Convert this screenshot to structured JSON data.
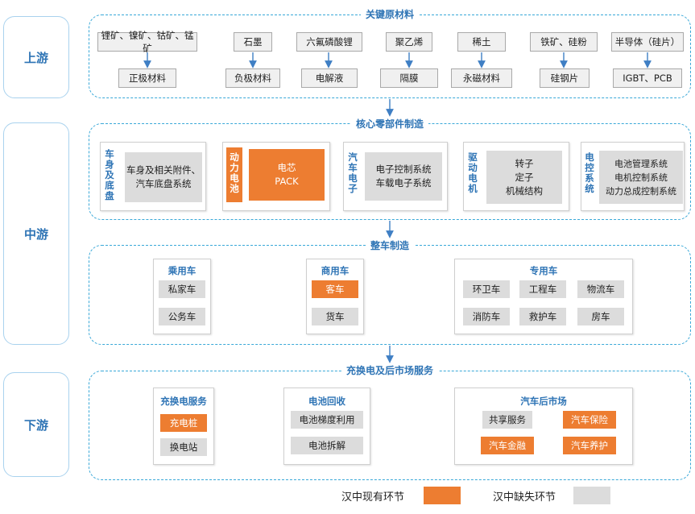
{
  "stages": {
    "upstream": "上游",
    "midstream": "中游",
    "downstream": "下游"
  },
  "sections": {
    "materials": "关键原材料",
    "components": "核心零部件制造",
    "vehicle": "整车制造",
    "services": "充换电及后市场服务"
  },
  "materials": [
    {
      "raw": "锂矿、镍矿、钴矿、锰矿",
      "product": "正极材料"
    },
    {
      "raw": "石墨",
      "product": "负极材料"
    },
    {
      "raw": "六氟磷酸锂",
      "product": "电解液"
    },
    {
      "raw": "聚乙烯",
      "product": "隔膜"
    },
    {
      "raw": "稀土",
      "product": "永磁材料"
    },
    {
      "raw": "铁矿、硅粉",
      "product": "硅钢片"
    },
    {
      "raw": "半导体（硅片）",
      "product": "IGBT、PCB"
    }
  ],
  "components": {
    "body": {
      "title": "车身及底盘",
      "item": "车身及相关附件、汽车底盘系统"
    },
    "battery": {
      "title": "动力电池",
      "line1": "电芯",
      "line2": "PACK"
    },
    "electronics": {
      "title": "汽车电子",
      "line1": "电子控制系统",
      "line2": "车载电子系统"
    },
    "motor": {
      "title": "驱动电机",
      "line1": "转子",
      "line2": "定子",
      "line3": "机械结构"
    },
    "ecs": {
      "title": "电控系统",
      "line1": "电池管理系统",
      "line2": "电机控制系统",
      "line3": "动力总成控制系统"
    }
  },
  "vehicle": {
    "passenger": {
      "title": "乘用车",
      "items": [
        "私家车",
        "公务车"
      ]
    },
    "commercial": {
      "title": "商用车",
      "items": [
        "客车",
        "货车"
      ]
    },
    "special": {
      "title": "专用车",
      "items": [
        "环卫车",
        "工程车",
        "物流车",
        "消防车",
        "救护车",
        "房车"
      ]
    }
  },
  "services": {
    "charging": {
      "title": "充换电服务",
      "items": [
        "充电桩",
        "换电站"
      ]
    },
    "recycling": {
      "title": "电池回收",
      "items": [
        "电池梯度利用",
        "电池拆解"
      ]
    },
    "aftermarket": {
      "title": "汽车后市场",
      "items": [
        "共享服务",
        "汽车保险",
        "汽车金融",
        "汽车养护"
      ]
    }
  },
  "legend": {
    "present": "汉中现有环节",
    "missing": "汉中缺失环节"
  },
  "colors": {
    "present": "#ed7d31",
    "missing": "#dcdcdc",
    "accent": "#2e74b5",
    "dashed_border": "#39a8d8"
  }
}
